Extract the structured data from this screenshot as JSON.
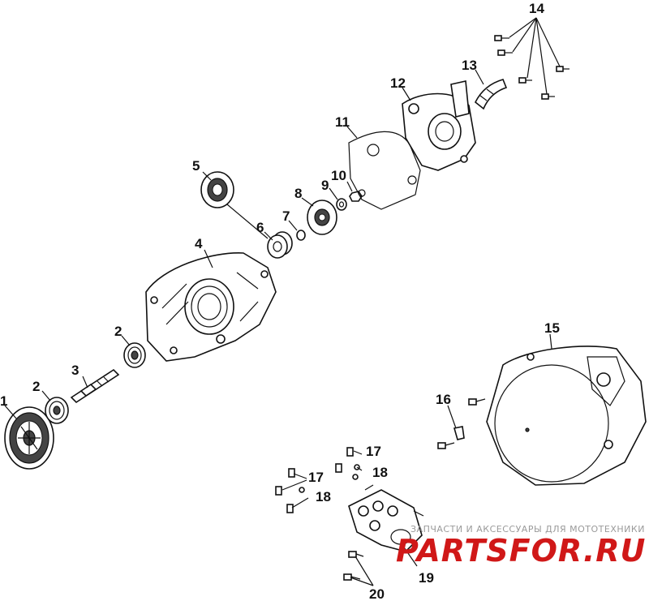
{
  "callouts": {
    "c1": "1",
    "c2a": "2",
    "c2b": "2",
    "c3": "3",
    "c4": "4",
    "c5": "5",
    "c6": "6",
    "c7": "7",
    "c8": "8",
    "c9": "9",
    "c10": "10",
    "c11": "11",
    "c12": "12",
    "c13": "13",
    "c14": "14",
    "c15": "15",
    "c16": "16",
    "c17a": "17",
    "c17b": "17",
    "c18a": "18",
    "c18b": "18",
    "c19": "19",
    "c20": "20"
  },
  "watermark": {
    "tagline": "ЗАПЧАСТИ И АКСЕССУАРЫ ДЛЯ МОТОТЕХНИКИ",
    "brand": "PARTSFOR.RU",
    "brand_color": "#d01818"
  }
}
